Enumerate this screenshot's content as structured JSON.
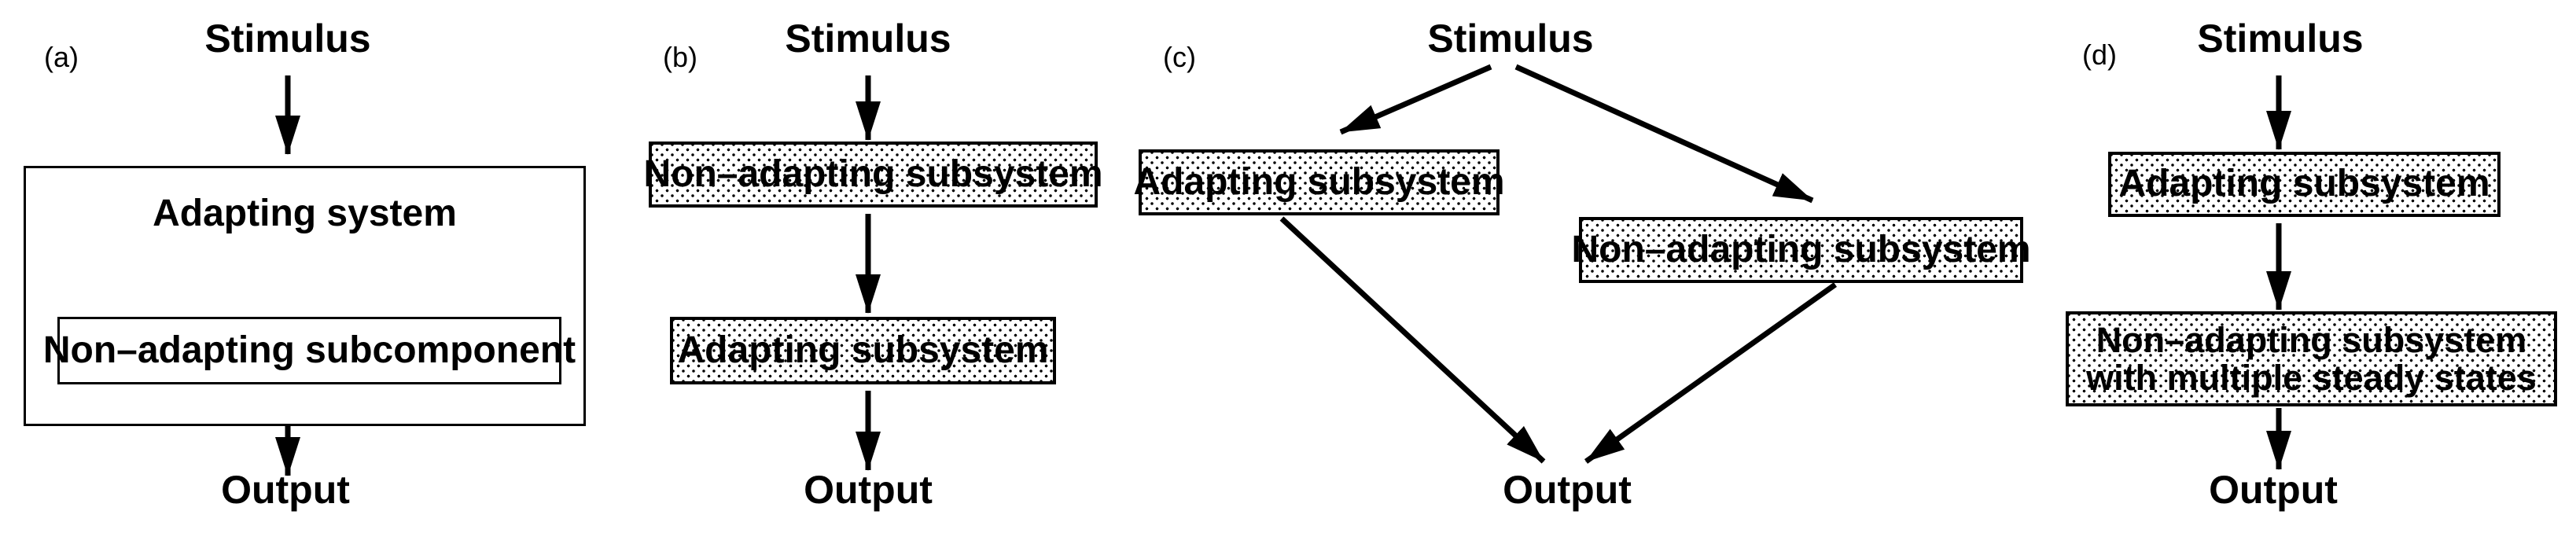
{
  "panels": {
    "a": {
      "label": "(a)",
      "stimulus": "Stimulus",
      "system_box": "Adapting system",
      "sub_box": "Non–adapting subcomponent",
      "output": "Output"
    },
    "b": {
      "label": "(b)",
      "stimulus": "Stimulus",
      "box1": "Non–adapting subsystem",
      "box2": "Adapting subsystem",
      "output": "Output"
    },
    "c": {
      "label": "(c)",
      "stimulus": "Stimulus",
      "box1": "Adapting subsystem",
      "box2": "Non–adapting subsystem",
      "output": "Output"
    },
    "d": {
      "label": "(d)",
      "stimulus": "Stimulus",
      "box1": "Adapting subsystem",
      "box2_line1": "Non–adapting subsystem",
      "box2_line2": "with multiple steady states",
      "output": "Output"
    }
  },
  "colors": {
    "ink": "#000000",
    "background": "#ffffff",
    "box_fill": "#ffffff"
  }
}
